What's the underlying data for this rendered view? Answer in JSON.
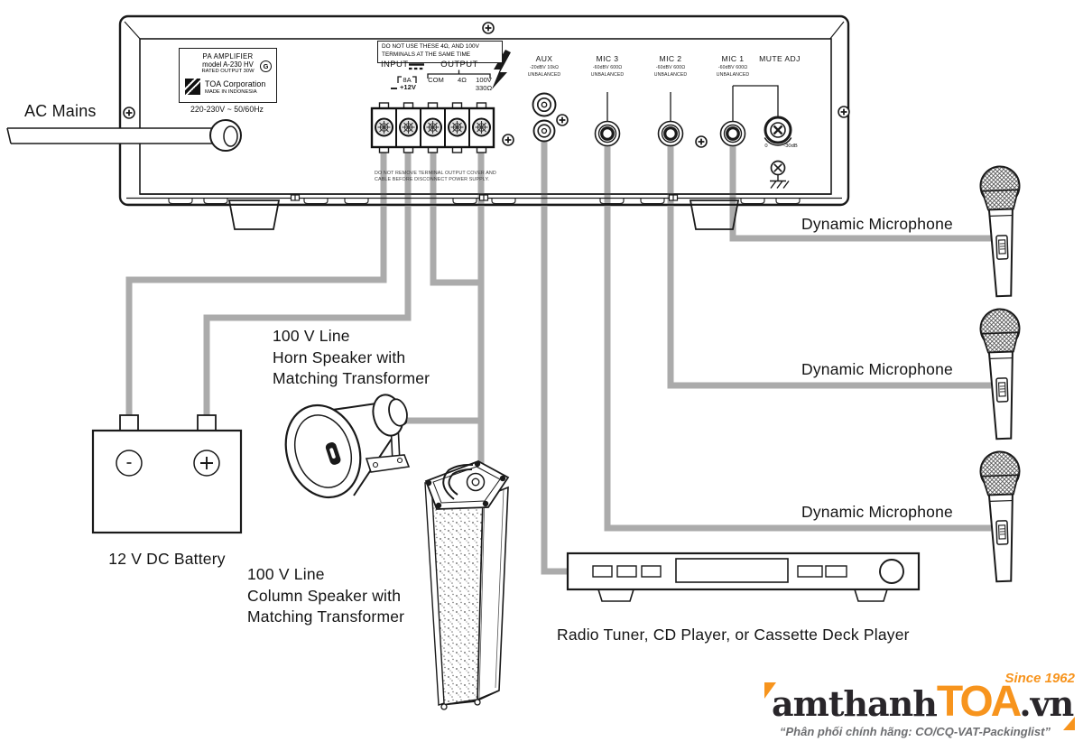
{
  "colors": {
    "ink": "#1a1a1a",
    "wire": "#ababab",
    "orange": "#f7941d",
    "tagline_gray": "#6d6e71"
  },
  "diagram": {
    "ac_mains": "AC Mains",
    "battery_label": "12 V DC Battery",
    "horn_label": [
      "100 V Line",
      "Horn Speaker with",
      "Matching Transformer"
    ],
    "column_label": [
      "100 V Line",
      "Column Speaker with",
      "Matching Transformer"
    ],
    "mic_label": "Dynamic Microphone",
    "source_label": "Radio Tuner, CD Player, or Cassette Deck Player"
  },
  "amplifier": {
    "nameplate": {
      "line1": "PA AMPLIFIER",
      "line2": "model  A-230 HV",
      "line3": "RATED OUTPUT   30W",
      "mark": "G",
      "brand": "TOA Corporation",
      "origin": "MADE IN INDONESIA"
    },
    "power_rating": "220-230V ~  50/60Hz",
    "warning": [
      "DO NOT USE THESE 4Ω, AND 100V",
      "TERMINALS AT THE SAME TIME"
    ],
    "input_label": "INPUT",
    "output_label": "OUTPUT",
    "fuse": "8A",
    "dc_rail": "+12V",
    "out_com": "COM",
    "out_4ohm": "4Ω",
    "out_100v": "100V",
    "out_330ohm": "330Ω",
    "terminal_note": [
      "DO NOT REMOVE TERMINAL OUTPUT COVER AND",
      "CABLE BEFORE DISCONNECT POWER SUPPLY."
    ],
    "aux": {
      "label": "AUX",
      "spec": "-20dBV 10kΩ",
      "bal": "UNBALANCED"
    },
    "mic3": {
      "label": "MIC 3",
      "spec": "-60dBV 600Ω",
      "bal": "UNBALANCED"
    },
    "mic2": {
      "label": "MIC 2",
      "spec": "-60dBV 600Ω",
      "bal": "UNBALANCED"
    },
    "mic1": {
      "label": "MIC 1",
      "spec": "-60dBV 600Ω",
      "bal": "UNBALANCED"
    },
    "mute": {
      "label": "MUTE ADJ",
      "min": "0",
      "max": "-30dB"
    }
  },
  "logo": {
    "prefix": "amthanh",
    "brand": "TOA",
    "suffix": ".vn",
    "since": "Since 1962",
    "tagline": "“Phân phối chính hãng: CO/CQ-VAT-Packinglist”"
  }
}
